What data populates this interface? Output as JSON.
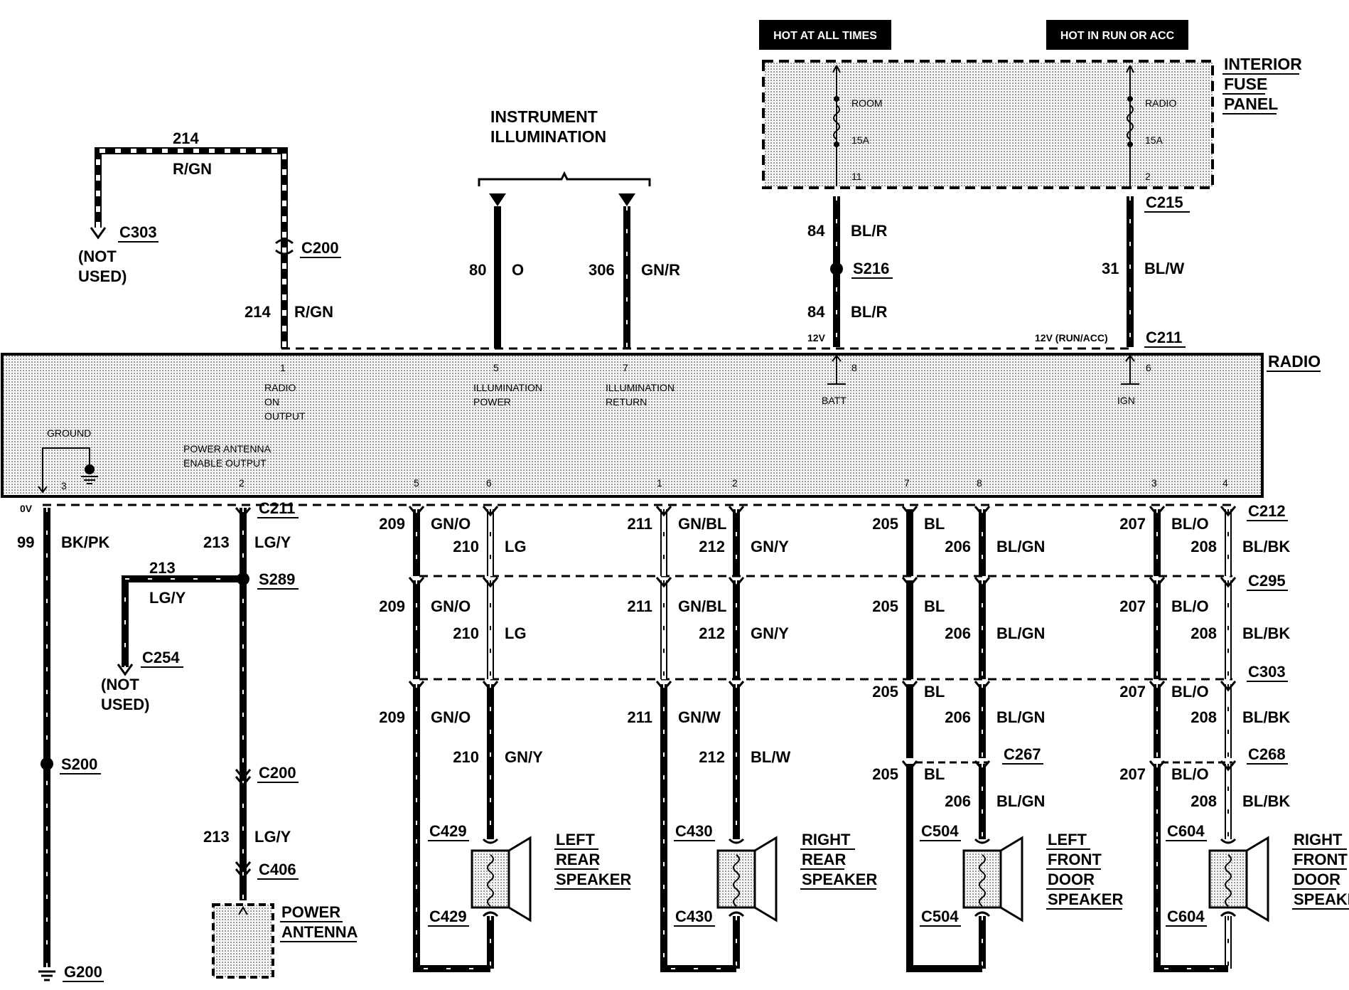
{
  "headers": {
    "hot_at_all_times": "HOT AT ALL TIMES",
    "hot_in_run_or_acc": "HOT IN RUN OR ACC"
  },
  "fuse_panel": {
    "title_line1": "INTERIOR",
    "title_line2": "FUSE",
    "title_line3": "PANEL",
    "fuse_left_name": "ROOM",
    "fuse_left_rating": "15A",
    "fuse_left_pin": "11",
    "fuse_right_name": "RADIO",
    "fuse_right_rating": "15A",
    "fuse_right_pin": "2"
  },
  "instrument_illumination": {
    "line1": "INSTRUMENT",
    "line2": "ILLUMINATION"
  },
  "top_wires": {
    "c303_loop_circuit": "214",
    "c303_loop_color": "R/GN",
    "c303": "C303",
    "not_used_1": "(NOT",
    "not_used_2": "USED)",
    "c200_top": "C200",
    "w214_circuit": "214",
    "w214_color": "R/GN",
    "w80_circuit": "80",
    "w80_color": "O",
    "w306_circuit": "306",
    "w306_color": "GN/R",
    "w84_top_circuit": "84",
    "w84_top_color": "BL/R",
    "s216": "S216",
    "w84_bot_circuit": "84",
    "w84_bot_color": "BL/R",
    "v12": "12V",
    "c215": "C215",
    "w31_circuit": "31",
    "w31_color": "BL/W",
    "v12_run_acc": "12V (RUN/ACC)",
    "c211_top": "C211"
  },
  "radio": {
    "title": "RADIO",
    "pin1": "1",
    "radio_on_1": "RADIO",
    "radio_on_2": "ON",
    "radio_on_3": "OUTPUT",
    "pin5": "5",
    "illum_power_1": "ILLUMINATION",
    "illum_power_2": "POWER",
    "pin7": "7",
    "illum_return_1": "ILLUMINATION",
    "illum_return_2": "RETURN",
    "pin8_top": "8",
    "batt": "BATT",
    "pin6_top": "6",
    "ign": "IGN",
    "ground": "GROUND",
    "power_antenna_1": "POWER ANTENNA",
    "power_antenna_2": "ENABLE OUTPUT",
    "bpin3": "3",
    "bpin2": "2",
    "bpin5": "5",
    "bpin6": "6",
    "bpin1": "1",
    "bpin2b": "2",
    "bpin7": "7",
    "bpin8": "8",
    "bpin3b": "3",
    "bpin4": "4"
  },
  "bottom_left": {
    "ov": "0V",
    "w99_circuit": "99",
    "w99_color": "BK/PK",
    "s200": "S200",
    "g200": "G200",
    "c211": "C211",
    "w213_circuit": "213",
    "w213_color": "LG/Y",
    "s289": "S289",
    "branch_circuit": "213",
    "branch_color": "LG/Y",
    "c254": "C254",
    "not_used_1": "(NOT",
    "not_used_2": "USED)",
    "c200": "C200",
    "w213b_circuit": "213",
    "w213b_color": "LG/Y",
    "c406": "C406",
    "power_antenna_1": "POWER",
    "power_antenna_2": "ANTENNA"
  },
  "connectors": {
    "c212": "C212",
    "c295": "C295",
    "c303": "C303",
    "c267": "C267",
    "c268": "C268"
  },
  "left_rear": {
    "r1a_circuit": "209",
    "r1a_color": "GN/O",
    "r1b_circuit": "210",
    "r1b_color": "LG",
    "r2a_circuit": "209",
    "r2a_color": "GN/O",
    "r2b_circuit": "210",
    "r2b_color": "LG",
    "r3a_circuit": "209",
    "r3a_color": "GN/O",
    "r3b_circuit": "210",
    "r3b_color": "GN/Y",
    "conn_top": "C429",
    "conn_bot": "C429",
    "label1": "LEFT",
    "label2": "REAR",
    "label3": "SPEAKER"
  },
  "right_rear": {
    "r1a_circuit": "211",
    "r1a_color": "GN/BL",
    "r1b_circuit": "212",
    "r1b_color": "GN/Y",
    "r2a_circuit": "211",
    "r2a_color": "GN/BL",
    "r2b_circuit": "212",
    "r2b_color": "GN/Y",
    "r3a_circuit": "211",
    "r3a_color": "GN/W",
    "r3b_circuit": "212",
    "r3b_color": "BL/W",
    "conn_top": "C430",
    "conn_bot": "C430",
    "label1": "RIGHT",
    "label2": "REAR",
    "label3": "SPEAKER"
  },
  "left_front": {
    "r1a_circuit": "205",
    "r1a_color": "BL",
    "r1b_circuit": "206",
    "r1b_color": "BL/GN",
    "r2a_circuit": "205",
    "r2a_color": "BL",
    "r2b_circuit": "206",
    "r2b_color": "BL/GN",
    "r3a_circuit": "205",
    "r3a_color": "BL",
    "r3b_circuit": "206",
    "r3b_color": "BL/GN",
    "r4a_circuit": "205",
    "r4a_color": "BL",
    "r4b_circuit": "206",
    "r4b_color": "BL/GN",
    "conn_top": "C504",
    "conn_bot": "C504",
    "label1": "LEFT",
    "label2": "FRONT",
    "label3": "DOOR",
    "label4": "SPEAKER"
  },
  "right_front": {
    "r1a_circuit": "207",
    "r1a_color": "BL/O",
    "r1b_circuit": "208",
    "r1b_color": "BL/BK",
    "r2a_circuit": "207",
    "r2a_color": "BL/O",
    "r2b_circuit": "208",
    "r2b_color": "BL/BK",
    "r3a_circuit": "207",
    "r3a_color": "BL/O",
    "r3b_circuit": "208",
    "r3b_color": "BL/BK",
    "r4a_circuit": "207",
    "r4a_color": "BL/O",
    "r4b_circuit": "208",
    "r4b_color": "BL/BK",
    "conn_top": "C604",
    "conn_bot": "C604",
    "label1": "RIGHT",
    "label2": "FRONT",
    "label3": "DOOR",
    "label4": "SPEAKER"
  }
}
